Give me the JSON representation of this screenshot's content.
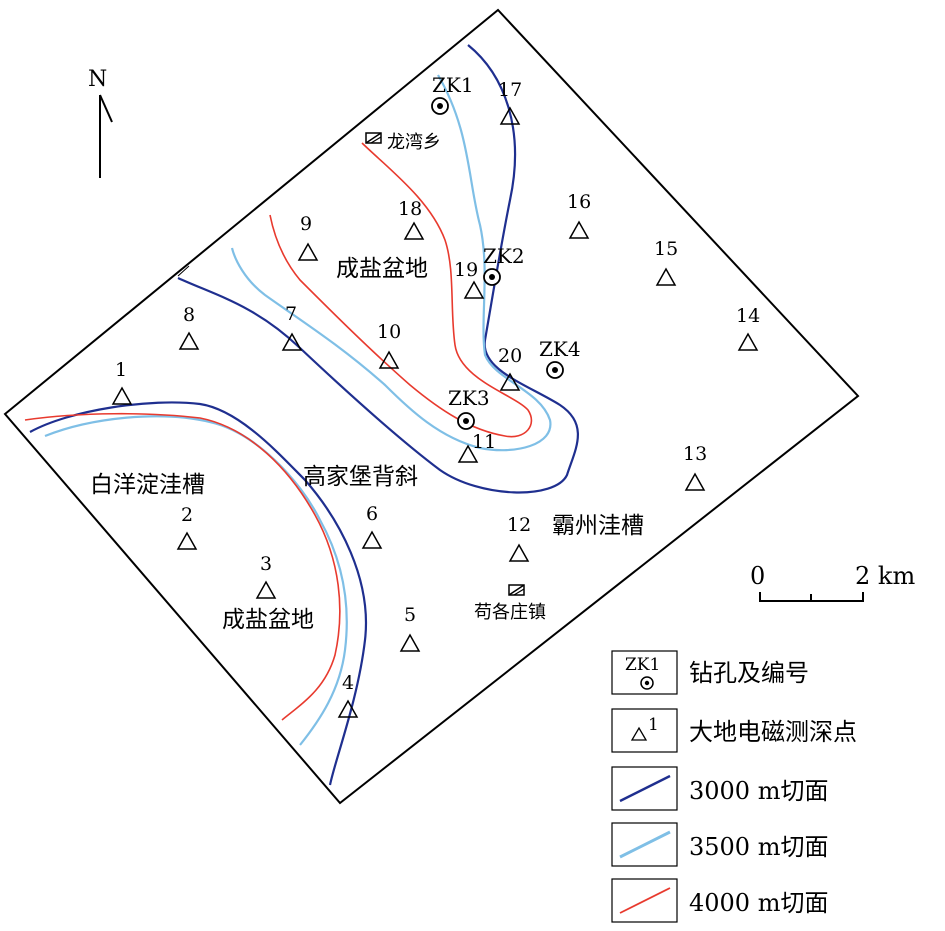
{
  "north_label": "N",
  "scale_bar": {
    "start_label": "0",
    "end_label": "2 km"
  },
  "stations": [
    {
      "id": "1",
      "label": "1"
    },
    {
      "id": "2",
      "label": "2"
    },
    {
      "id": "3",
      "label": "3"
    },
    {
      "id": "4",
      "label": "4"
    },
    {
      "id": "5",
      "label": "5"
    },
    {
      "id": "6",
      "label": "6"
    },
    {
      "id": "7",
      "label": "7"
    },
    {
      "id": "8",
      "label": "8"
    },
    {
      "id": "9",
      "label": "9"
    },
    {
      "id": "10",
      "label": "10"
    },
    {
      "id": "11",
      "label": "11"
    },
    {
      "id": "12",
      "label": "12"
    },
    {
      "id": "13",
      "label": "13"
    },
    {
      "id": "14",
      "label": "14"
    },
    {
      "id": "15",
      "label": "15"
    },
    {
      "id": "16",
      "label": "16"
    },
    {
      "id": "17",
      "label": "17"
    },
    {
      "id": "18",
      "label": "18"
    },
    {
      "id": "19",
      "label": "19"
    },
    {
      "id": "20",
      "label": "20"
    }
  ],
  "boreholes": [
    {
      "id": "ZK1",
      "label": "ZK1"
    },
    {
      "id": "ZK2",
      "label": "ZK2"
    },
    {
      "id": "ZK3",
      "label": "ZK3"
    },
    {
      "id": "ZK4",
      "label": "ZK4"
    }
  ],
  "towns": [
    {
      "id": "longwan",
      "label": "龙湾乡"
    },
    {
      "id": "gouge",
      "label": "苟各庄镇"
    }
  ],
  "regions": {
    "yan_basin_n": "成盐盆地",
    "yan_basin_sw": "成盐盆地",
    "baiyangdian": "白洋淀洼槽",
    "gaojiabao": "高家堡背斜",
    "bazhou": "霸州洼槽"
  },
  "legend": [
    {
      "key": "borehole",
      "symbol_label": "ZK1",
      "text": "钻孔及编号"
    },
    {
      "key": "station",
      "symbol_label": "1",
      "text": "大地电磁测深点"
    },
    {
      "key": "c3000",
      "color": "#1f2f8f",
      "text": "3000 m切面"
    },
    {
      "key": "c3500",
      "color": "#7fbfe6",
      "text": "3500 m切面"
    },
    {
      "key": "c4000",
      "color": "#e83a2e",
      "text": "4000 m切面"
    }
  ],
  "colors": {
    "contour_3000": "#1f2f8f",
    "contour_3500": "#7fbfe6",
    "contour_4000": "#e83a2e"
  }
}
